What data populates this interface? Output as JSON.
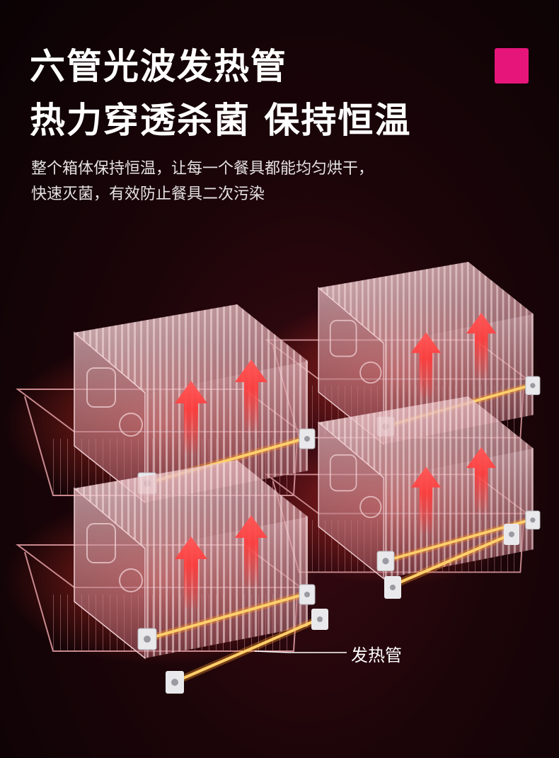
{
  "headline": {
    "line1": "六管光波发热管",
    "line2": "热力穿透杀菌 保持恒温"
  },
  "subtext": {
    "line1": "整个箱体保持恒温，让每一个餐具都能均匀烘干，",
    "line2": "快速灭菌，有效防止餐具二次污染"
  },
  "callout": {
    "label": "发热管"
  },
  "colors": {
    "badge": "#e6157a",
    "heat_arrow": "#ff2a2a",
    "heating_tube": "#ffb347",
    "rack": "#c98a8f"
  },
  "icons": {
    "badge": "brand-square-icon",
    "arrow": "heat-up-arrow-icon",
    "tube": "heating-tube-icon"
  }
}
